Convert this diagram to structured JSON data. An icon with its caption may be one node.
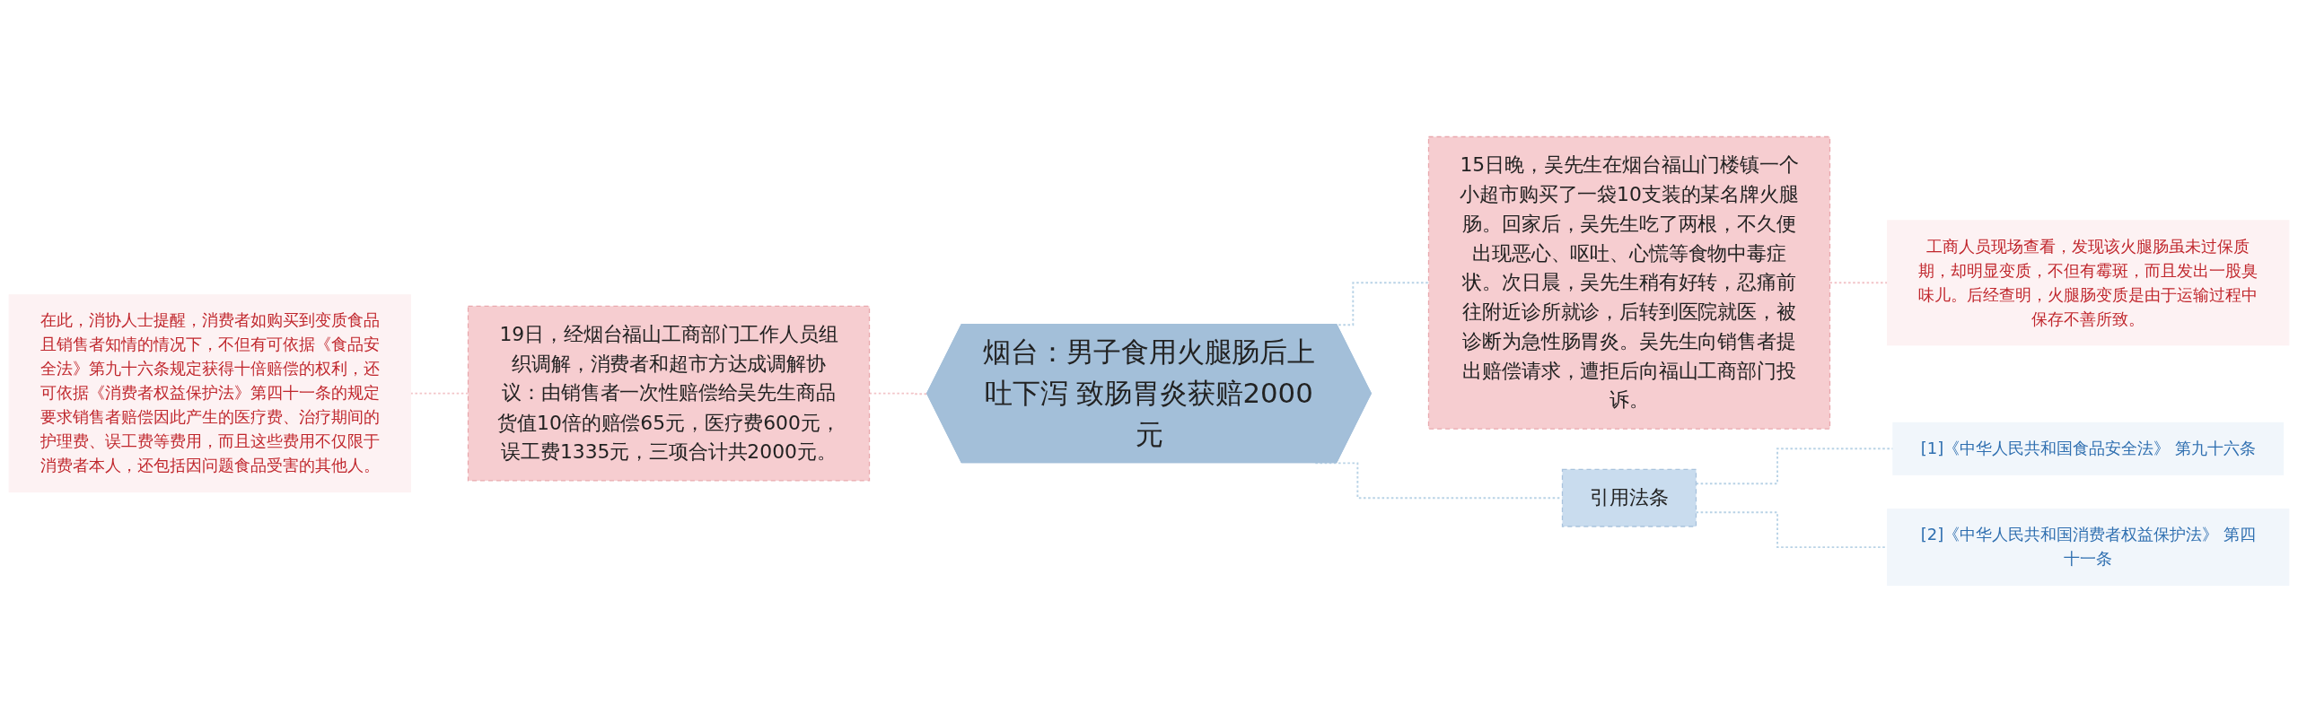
{
  "diagram": {
    "nodes": [
      {
        "text": [
          "在此，消协人士提醒，消费者如购买到变质食品且销售者知情的情况下，不但有可依据《食品安全法》第九十六条规定获得十倍赔偿的权利，还可依据《消费者权益保护法》第四十一条的规定要求销售者赔偿因此产生的医疗费、治疗期间的护理费、误工费等费用，而且这些费用不仅限于消费者本人，还包括因问题食品受害的其他人。"
        ]
      },
      {
        "text": [
          "19日，经烟台福山工商部门工作人员组织调解，消费者和超市方达成调解协议：由销售者一次性赔偿给吴先生商品货值10倍的赔偿65元，医疗费600元，误工费1335元，三项合计共2000元。"
        ]
      },
      {
        "text": [
          "烟台：男子食用火腿肠后上吐下泻 致肠胃炎获赔2000元"
        ]
      },
      {
        "text": [
          "15日晚，吴先生在烟台福山门楼镇一个小超市购买了一袋10支装的某名牌火腿肠。回家后，吴先生吃了两根，不久便出现恶心、呕吐、心慌等食物中毒症状。次日晨，吴先生稍有好转，忍痛前往附近诊所就诊，后转到医院就医，被诊断为急性肠胃炎。吴先生向销售者提出赔偿请求，遭拒后向福山工商部门投诉。"
        ]
      },
      {
        "text": [
          "工商人员现场查看，发现该火腿肠虽未过保质期，却明显变质，不但有霉斑，而且发出一股臭味儿。后经查明，火腿肠变质是由于运输过程中保存不善所致。"
        ]
      },
      {
        "text": [
          "引用法条"
        ]
      },
      {
        "text": [
          "[1]《中华人民共和国食品安全法》 第九十六条"
        ]
      },
      {
        "text": [
          "[2]《中华人民共和国消费者权益保护法》 第四十一条"
        ]
      }
    ],
    "edges": [
      {
        "from": 0,
        "to": 1,
        "arrow": "none",
        "style": "dashed",
        "color": "#f2c4c8"
      },
      {
        "from": 1,
        "to": 2,
        "arrow": "none",
        "style": "dashed",
        "color": "#f2c4c8"
      },
      {
        "from": 2,
        "to": 3,
        "arrow": "none",
        "style": "dashed"
      },
      {
        "from": 3,
        "to": 4,
        "arrow": "none",
        "style": "dashed",
        "color": "#f2c4c8"
      },
      {
        "from": 2,
        "to": 5,
        "arrow": "none",
        "style": "dashed"
      },
      {
        "from": 5,
        "to": 6,
        "arrow": "none",
        "style": "dashed"
      },
      {
        "from": 5,
        "to": 7,
        "arrow": "none",
        "style": "dashed"
      }
    ]
  }
}
